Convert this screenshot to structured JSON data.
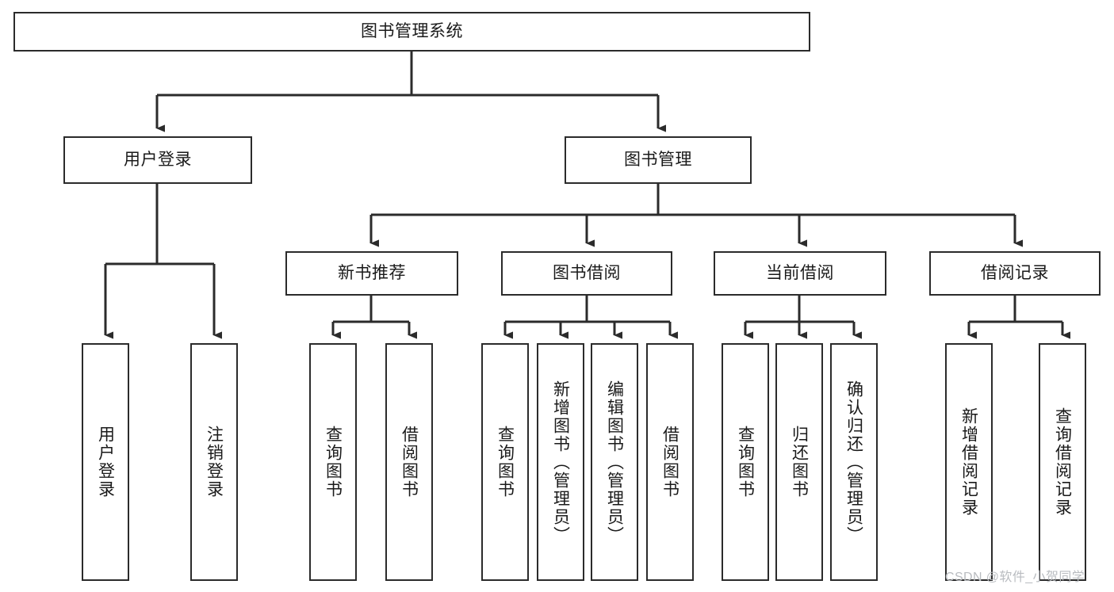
{
  "diagram": {
    "type": "hierarchy-tree",
    "title": "图书管理系统",
    "levels": 4,
    "root": {
      "id": "root",
      "label": "图书管理系统",
      "orientation": "horizontal"
    },
    "level2": [
      {
        "id": "user-login",
        "label": "用户登录",
        "orientation": "horizontal"
      },
      {
        "id": "book-manage",
        "label": "图书管理",
        "orientation": "horizontal"
      }
    ],
    "level3": [
      {
        "id": "new-book-rec",
        "label": "新书推荐",
        "orientation": "horizontal",
        "parent": "book-manage"
      },
      {
        "id": "book-borrow",
        "label": "图书借阅",
        "orientation": "horizontal",
        "parent": "book-manage"
      },
      {
        "id": "current-borrow",
        "label": "当前借阅",
        "orientation": "horizontal",
        "parent": "book-manage"
      },
      {
        "id": "borrow-record",
        "label": "借阅记录",
        "orientation": "horizontal",
        "parent": "book-manage"
      }
    ],
    "leaves": [
      {
        "id": "leaf-user-login",
        "label": "用户登录",
        "orientation": "vertical",
        "parent": "user-login"
      },
      {
        "id": "leaf-user-logout",
        "label": "注销登录",
        "orientation": "vertical",
        "parent": "user-login"
      },
      {
        "id": "leaf-query-book-1",
        "label": "查询图书",
        "orientation": "vertical",
        "parent": "new-book-rec"
      },
      {
        "id": "leaf-borrow-book-1",
        "label": "借阅图书",
        "orientation": "vertical",
        "parent": "new-book-rec"
      },
      {
        "id": "leaf-query-book-2",
        "label": "查询图书",
        "orientation": "vertical",
        "parent": "book-borrow"
      },
      {
        "id": "leaf-add-book",
        "label": "新增图书（管理员）",
        "orientation": "vertical",
        "parent": "book-borrow"
      },
      {
        "id": "leaf-edit-book",
        "label": "编辑图书（管理员）",
        "orientation": "vertical",
        "parent": "book-borrow"
      },
      {
        "id": "leaf-borrow-book-2",
        "label": "借阅图书",
        "orientation": "vertical",
        "parent": "book-borrow"
      },
      {
        "id": "leaf-query-book-3",
        "label": "查询图书",
        "orientation": "vertical",
        "parent": "current-borrow"
      },
      {
        "id": "leaf-return-book",
        "label": "归还图书",
        "orientation": "vertical",
        "parent": "current-borrow"
      },
      {
        "id": "leaf-confirm-return",
        "label": "确认归还（管理员）",
        "orientation": "vertical",
        "parent": "current-borrow"
      },
      {
        "id": "leaf-add-record",
        "label": "新增借阅记录",
        "orientation": "vertical",
        "parent": "borrow-record"
      },
      {
        "id": "leaf-query-record",
        "label": "查询借阅记录",
        "orientation": "vertical",
        "parent": "borrow-record"
      }
    ],
    "colors": {
      "box_border": "#2b2b2b",
      "box_fill": "#ffffff",
      "connector": "#2b2b2b",
      "text": "#1a1a1a",
      "background": "#ffffff",
      "watermark": "#b9bcc0"
    }
  },
  "watermark": {
    "text": "CSDN @软件_小贺同学"
  }
}
